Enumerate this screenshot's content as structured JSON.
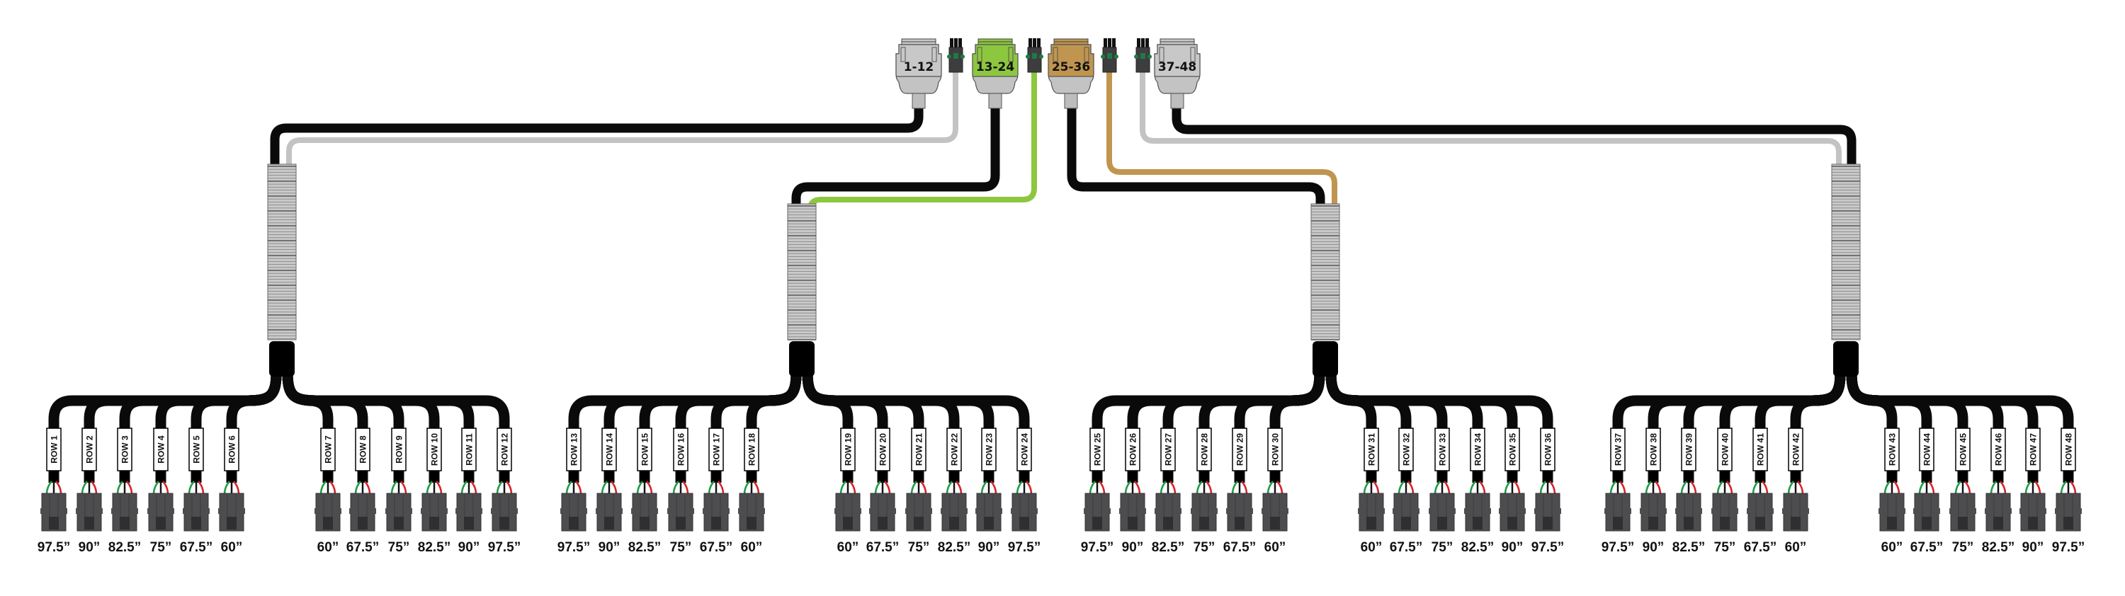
{
  "colors": {
    "cable_black": "#0a0a0a",
    "cable_gray": "#c3c3c3",
    "cable_green": "#8dc63f",
    "cable_tan": "#c0954f",
    "connector_body": "#4d4d4f",
    "wire_green": "#1f9a45",
    "wire_red": "#d2232a"
  },
  "plugs": [
    {
      "label": "1-12",
      "color": "#c8c8c8",
      "signal_cable_color": "#c3c3c3"
    },
    {
      "label": "13-24",
      "color": "#8dc63f",
      "signal_cable_color": "#8dc63f"
    },
    {
      "label": "25-36",
      "color": "#c0954f",
      "signal_cable_color": "#c0954f"
    },
    {
      "label": "37-48",
      "color": "#c8c8c8",
      "signal_cable_color": "#c3c3c3"
    }
  ],
  "groups": [
    {
      "rows": [
        "ROW 1",
        "ROW 2",
        "ROW 3",
        "ROW 4",
        "ROW 5",
        "ROW 6",
        "ROW 7",
        "ROW 8",
        "ROW 9",
        "ROW 10",
        "ROW 11",
        "ROW 12"
      ],
      "lengths": [
        "97.5”",
        "90”",
        "82.5”",
        "75”",
        "67.5”",
        "60”",
        "60”",
        "67.5”",
        "75”",
        "82.5”",
        "90”",
        "97.5”"
      ]
    },
    {
      "rows": [
        "ROW 13",
        "ROW 14",
        "ROW 15",
        "ROW 16",
        "ROW 17",
        "ROW 18",
        "ROW 19",
        "ROW 20",
        "ROW 21",
        "ROW 22",
        "ROW 23",
        "ROW 24"
      ],
      "lengths": [
        "97.5”",
        "90”",
        "82.5”",
        "75”",
        "67.5”",
        "60”",
        "60”",
        "67.5”",
        "75”",
        "82.5”",
        "90”",
        "97.5”"
      ]
    },
    {
      "rows": [
        "ROW 25",
        "ROW 26",
        "ROW 27",
        "ROW 28",
        "ROW 29",
        "ROW 30",
        "ROW 31",
        "ROW 32",
        "ROW 33",
        "ROW 34",
        "ROW 35",
        "ROW 36"
      ],
      "lengths": [
        "97.5”",
        "90”",
        "82.5”",
        "75”",
        "67.5”",
        "60”",
        "60”",
        "67.5”",
        "75”",
        "82.5”",
        "90”",
        "97.5”"
      ]
    },
    {
      "rows": [
        "ROW 37",
        "ROW 38",
        "ROW 39",
        "ROW 40",
        "ROW 41",
        "ROW 42",
        "ROW 43",
        "ROW 44",
        "ROW 45",
        "ROW 46",
        "ROW 47",
        "ROW 48"
      ],
      "lengths": [
        "97.5”",
        "90”",
        "82.5”",
        "75”",
        "67.5”",
        "60”",
        "60”",
        "67.5”",
        "75”",
        "82.5”",
        "90”",
        "97.5”"
      ]
    }
  ]
}
